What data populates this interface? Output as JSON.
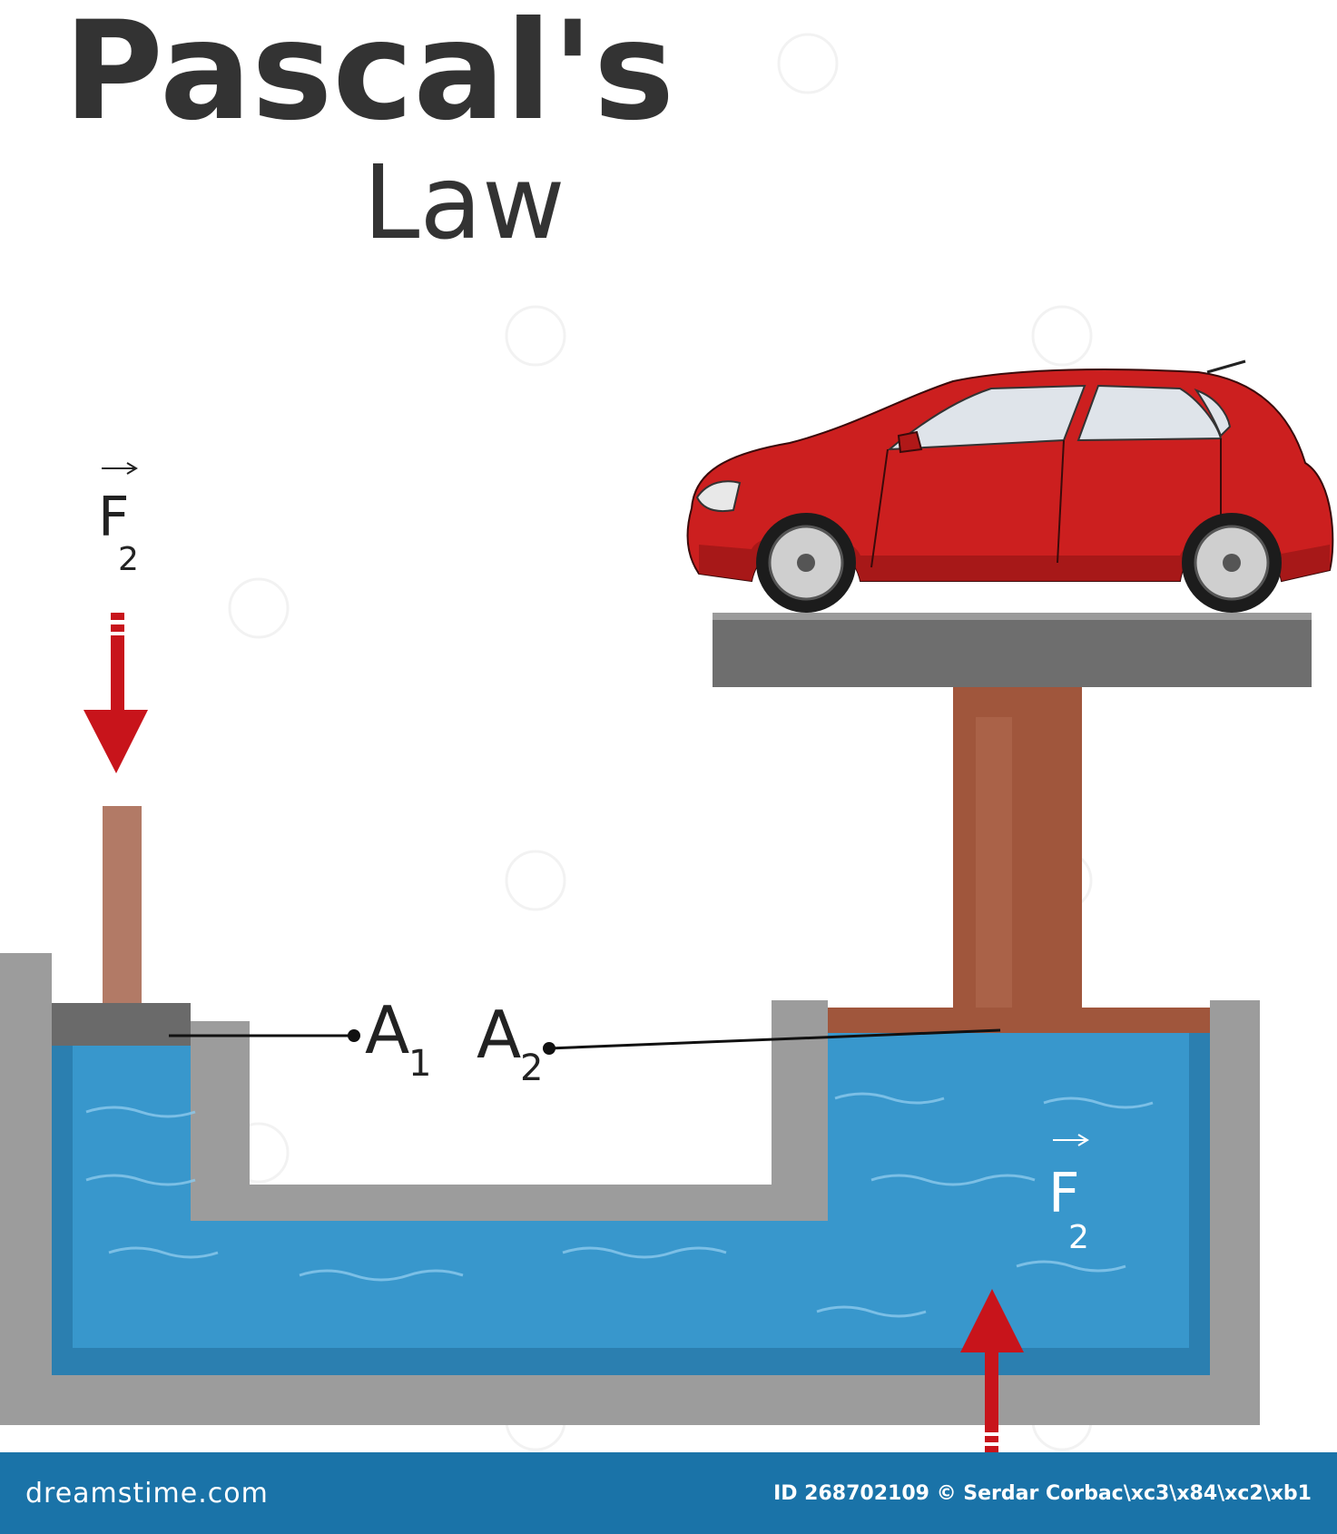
{
  "title": {
    "main": "Pascal's",
    "sub": "Law"
  },
  "labels": {
    "force_left": {
      "letter": "F",
      "subscript": "2"
    },
    "force_right": {
      "letter": "F",
      "subscript": "2"
    },
    "area_left": {
      "letter": "A",
      "subscript": "1"
    },
    "area_right": {
      "letter": "A",
      "subscript": "2"
    }
  },
  "watermark": {
    "brand": "dreamstime.com",
    "credit": "ID 268702109 © Serdar Corbac\\xc3\\x84\\xc2\\xb1"
  },
  "colors": {
    "water": "#3897cc",
    "water_dark": "#2b7fb0",
    "container": "#9c9c9c",
    "piston_cap": "#6a6a6a",
    "rod": "#a0563c",
    "small_rod": "#b27a66",
    "platform": "#6e6e6e",
    "arrow": "#c8141b",
    "car_body": "#cc1f1f",
    "footer": "#1a73a8"
  },
  "icons": {
    "car": "car-icon",
    "arrow_down": "arrow-down-icon",
    "arrow_up": "arrow-up-icon"
  }
}
